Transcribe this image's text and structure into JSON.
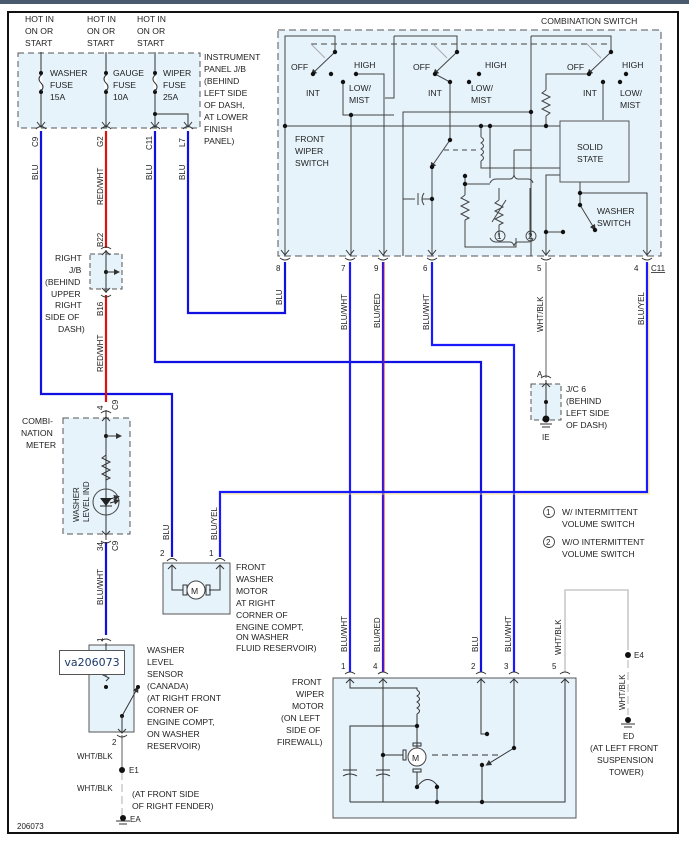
{
  "diagram": {
    "id_label": "206073",
    "overlay_tag": "va206073",
    "colors": {
      "blue_wire": "#1010e0",
      "red_wire": "#e01010",
      "gray_wire": "#9a9a9a",
      "component_fill": "#e6f3fb",
      "line": "#333333"
    },
    "power_sources": [
      {
        "text": [
          "HOT IN",
          "ON OR",
          "START"
        ]
      },
      {
        "text": [
          "HOT IN",
          "ON OR",
          "START"
        ]
      },
      {
        "text": [
          "HOT IN",
          "ON OR",
          "START"
        ]
      }
    ],
    "fuses": [
      {
        "name": [
          "WASHER",
          "FUSE",
          "15A"
        ]
      },
      {
        "name": [
          "GAUGE",
          "FUSE",
          "10A"
        ]
      },
      {
        "name": [
          "WIPER",
          "FUSE",
          "25A"
        ]
      }
    ],
    "instrument_panel_jb": [
      "INSTRUMENT",
      "PANEL J/B",
      "(BEHIND",
      "LEFT SIDE",
      "OF DASH,",
      "AT LOWER",
      "FINISH",
      "PANEL)"
    ],
    "jb_pins": [
      "C9",
      "G2",
      "C11",
      "L7"
    ],
    "combination_switch": {
      "title": "COMBINATION SWITCH",
      "sub_label": [
        "FRONT",
        "WIPER",
        "SWITCH"
      ],
      "positions": [
        "OFF",
        "HIGH",
        "INT",
        "LOW/",
        "MIST"
      ],
      "solid_state": [
        "SOLID",
        "STATE"
      ],
      "washer_switch": [
        "WASHER",
        "SWITCH"
      ],
      "pins": [
        "8",
        "7",
        "9",
        "6",
        "5",
        "4"
      ],
      "connector": "C11",
      "circle_1": "1",
      "circle_2": "2"
    },
    "right_jb": {
      "label": [
        "RIGHT",
        "J/B",
        "(BEHIND",
        "UPPER",
        "RIGHT",
        "SIDE OF",
        "DASH)"
      ],
      "pin_top": "B22",
      "pin_bottom": "B16"
    },
    "combination_meter": {
      "label": [
        "COMBI-",
        "NATION",
        "METER"
      ],
      "inner": [
        "WASHER",
        "LEVEL IND"
      ],
      "pin_top": "4",
      "pin_top_conn": "C9",
      "pin_bottom": "34",
      "pin_bottom_conn": "C9"
    },
    "front_washer_motor": {
      "label": [
        "FRONT",
        "WASHER",
        "MOTOR",
        "AT RIGHT",
        "CORNER OF",
        "ENGINE COMPT,",
        "ON WASHER",
        "FLUID RESERVOIR)"
      ],
      "pins": [
        "2",
        "1"
      ],
      "motor": "M"
    },
    "washer_level_sensor": {
      "label": [
        "WASHER",
        "LEVEL",
        "SENSOR",
        "(CANADA)",
        "(AT RIGHT FRONT",
        "CORNER OF",
        "ENGINE COMPT,",
        "ON WASHER",
        "RESERVOIR)"
      ],
      "pin_top": "1",
      "pin_bottom": "2"
    },
    "front_wiper_motor": {
      "label": [
        "FRONT",
        "WIPER",
        "MOTOR",
        "(ON LEFT",
        "SIDE OF",
        "FIREWALL)"
      ],
      "pins": [
        "1",
        "4",
        "2",
        "3",
        "5"
      ],
      "motor": "M"
    },
    "jc6": {
      "label": [
        "J/C 6",
        "(BEHIND",
        "LEFT SIDE",
        "OF DASH)"
      ],
      "pin": "A",
      "ground": "IE"
    },
    "grounds": {
      "e1": "E1",
      "ea": "EA",
      "ea_location": [
        "(AT FRONT SIDE",
        "OF RIGHT FENDER)"
      ],
      "e4": "E4",
      "ed": "ED",
      "ed_location": [
        "(AT LEFT FRONT",
        "SUSPENSION",
        "TOWER)"
      ]
    },
    "wire_labels": {
      "blu": "BLU",
      "red_wht": "RED/WHT",
      "blu_wht": "BLU/WHT",
      "blu_red": "BLU/RED",
      "wht_blk": "WHT/BLK",
      "blu_yel": "BLU/YEL"
    },
    "legend": [
      {
        "num": "1",
        "text": [
          "W/ INTERMITTENT",
          "VOLUME SWITCH"
        ]
      },
      {
        "num": "2",
        "text": [
          "W/O INTERMITTENT",
          "VOLUME SWITCH"
        ]
      }
    ]
  }
}
